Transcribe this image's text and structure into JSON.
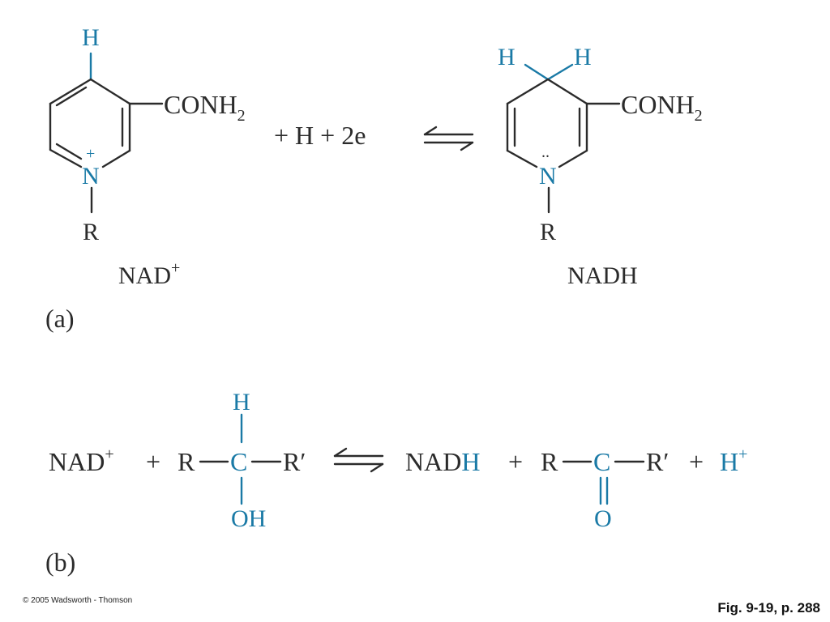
{
  "colors": {
    "text": "#2b2b2b",
    "highlight": "#1a7aa6"
  },
  "panel_a": {
    "label": "(a)",
    "nad_plus": {
      "h_top": "H",
      "plus": "+",
      "n": "N",
      "r": "R",
      "conh": "CONH",
      "sub2": "2",
      "name": "NAD",
      "name_sup": "+"
    },
    "reactants_extra": "+ H + 2e",
    "nadh": {
      "h_left": "H",
      "h_right": "H",
      "n": "N",
      "lone_pair": "..",
      "r": "R",
      "conh": "CONH",
      "sub2": "2",
      "name": "NADH"
    }
  },
  "panel_b": {
    "label": "(b)",
    "nad": "NAD",
    "nad_sup": "+",
    "plus1": "+",
    "r": "R",
    "c": "C",
    "r_prime": "R′",
    "h_top": "H",
    "oh": "OH",
    "nadh_prefix": "NAD",
    "nadh_h": "H",
    "plus2": "+",
    "r2": "R",
    "c2": "C",
    "r_prime2": "R′",
    "o": "O",
    "plus3": "+",
    "h_plus": "H",
    "h_plus_sup": "+"
  },
  "footer": {
    "copyright": "© 2005 Wadsworth - Thomson",
    "figure_ref": "Fig. 9-19, p. 288"
  }
}
